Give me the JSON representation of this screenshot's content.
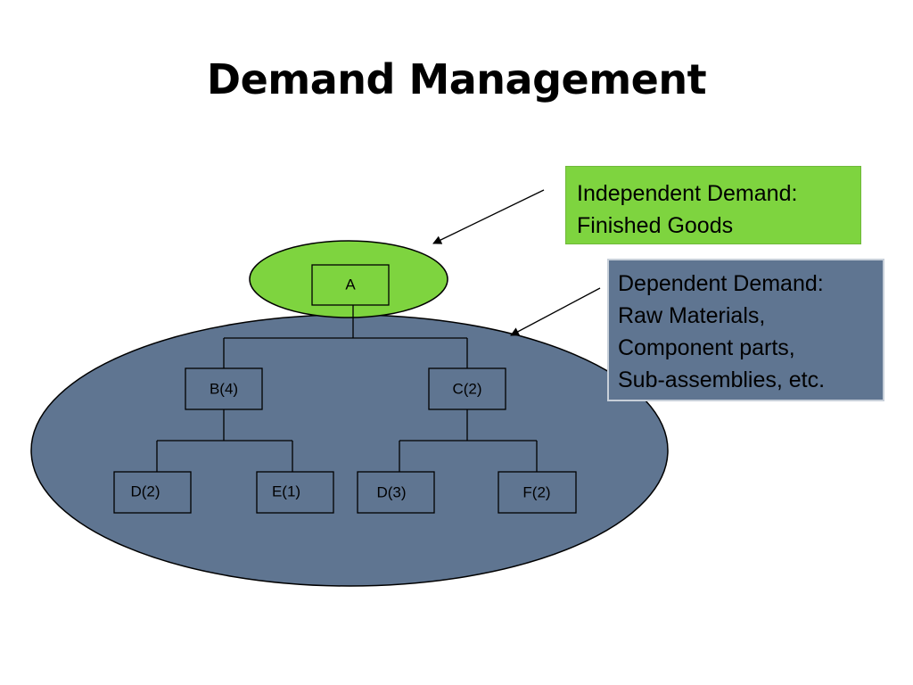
{
  "title": "Demand Management",
  "tree": {
    "root": {
      "id": "a",
      "label": "A"
    },
    "level1": [
      {
        "id": "b",
        "label": "B(4)"
      },
      {
        "id": "c",
        "label": "C(2)"
      }
    ],
    "level2": [
      {
        "id": "d-under-b",
        "label": "D(2)"
      },
      {
        "id": "e",
        "label": "E(1)"
      },
      {
        "id": "d-under-c",
        "label": "D(3)"
      },
      {
        "id": "f",
        "label": "F(2)"
      }
    ]
  },
  "callouts": {
    "independent": {
      "lines": [
        "Independent Demand:",
        "Finished Goods"
      ]
    },
    "dependent": {
      "lines": [
        "Dependent Demand:",
        "Raw Materials,",
        "Component parts,",
        "Sub-assemblies, etc."
      ]
    }
  },
  "colors": {
    "independent_fill": "#7ed43f",
    "dependent_fill": "#5f7591",
    "outline": "#000000"
  }
}
